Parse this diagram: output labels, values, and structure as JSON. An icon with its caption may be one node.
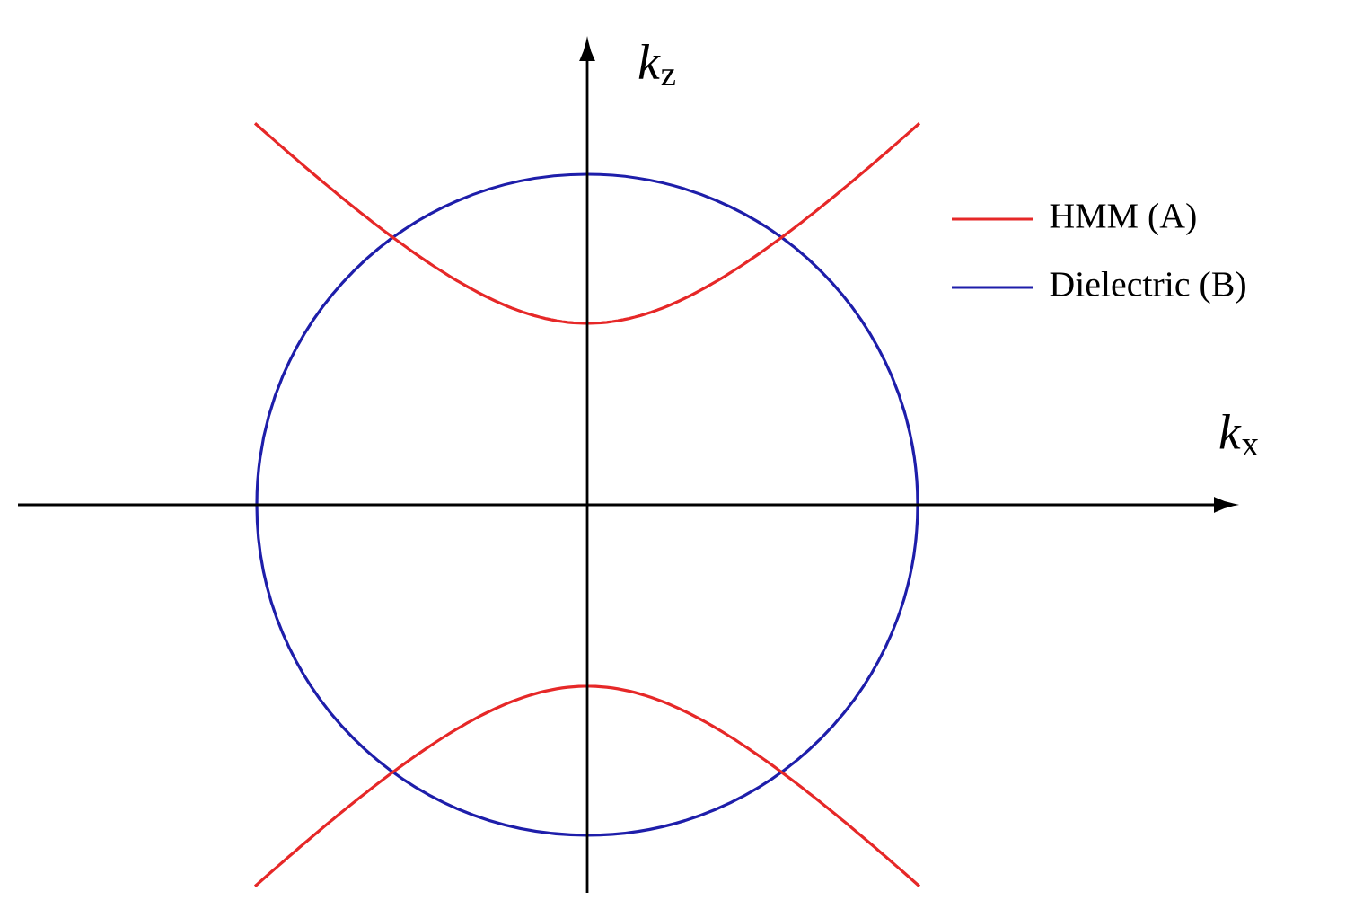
{
  "diagram": {
    "labels": [
      "*k*$_{z}$",
      "*k*$_{x}$"
    ],
    "legend": [
      {
        "text": "HMM (A)"
      },
      {
        "text": "Dielectric (B)"
      }
    ]
  }
}
